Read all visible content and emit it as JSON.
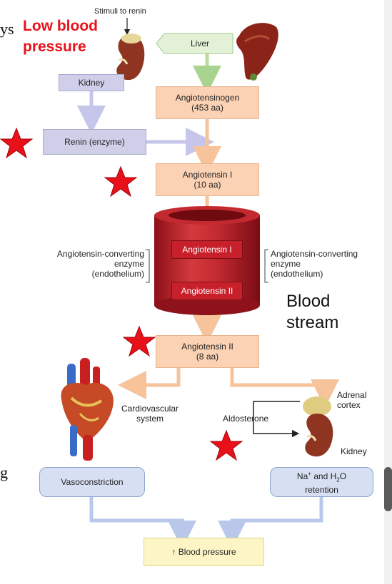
{
  "cut_text": {
    "top_left": "ys",
    "bottom_left": "g"
  },
  "annotations": {
    "low_blood_pressure": "Low blood\npressure",
    "stimuli": "Stimuli to renin",
    "blood_stream": "Blood\nstream"
  },
  "nodes": {
    "liver": "Liver",
    "kidney_top": "Kidney",
    "angiotensinogen": "Angiotensinogen\n(453 aa)",
    "renin": "Renin (enzyme)",
    "angiotensin1": "Angiotensin I\n(10 aa)",
    "angiotensin1_inner": "Angiotensin I",
    "angiotensin2_inner": "Angiotensin II",
    "ace_left": "Angiotensin-converting\nenzyme\n(endothelium)",
    "ace_right": "Angiotensin-converting\nenzyme\n(endothelium)",
    "angiotensin2": "Angiotensin II\n(8 aa)",
    "cardiovascular": "Cardiovascular\nsystem",
    "adrenal": "Adrenal\ncortex",
    "aldosterone": "Aldosterone",
    "kidney_bottom": "Kidney",
    "vasoconstriction": "Vasoconstriction",
    "na_prefix": "Na",
    "na_sup": "+",
    "na_mid": " and H",
    "na_sub": "2",
    "na_suffix": "O",
    "retention": "retention",
    "blood_pressure": "↑ Blood pressure"
  },
  "icons": [
    "star-icon",
    "kidney-icon",
    "liver-icon",
    "heart-icon",
    "adrenal-kidney-icon",
    "cylinder-blood-vessel"
  ],
  "colors": {
    "annotation_red": "#e8111a",
    "star_red": "#e8111a",
    "arrow_peach": "#f6c39b",
    "arrow_green": "#b8dba0",
    "arrow_blue": "#b9c8ea"
  }
}
